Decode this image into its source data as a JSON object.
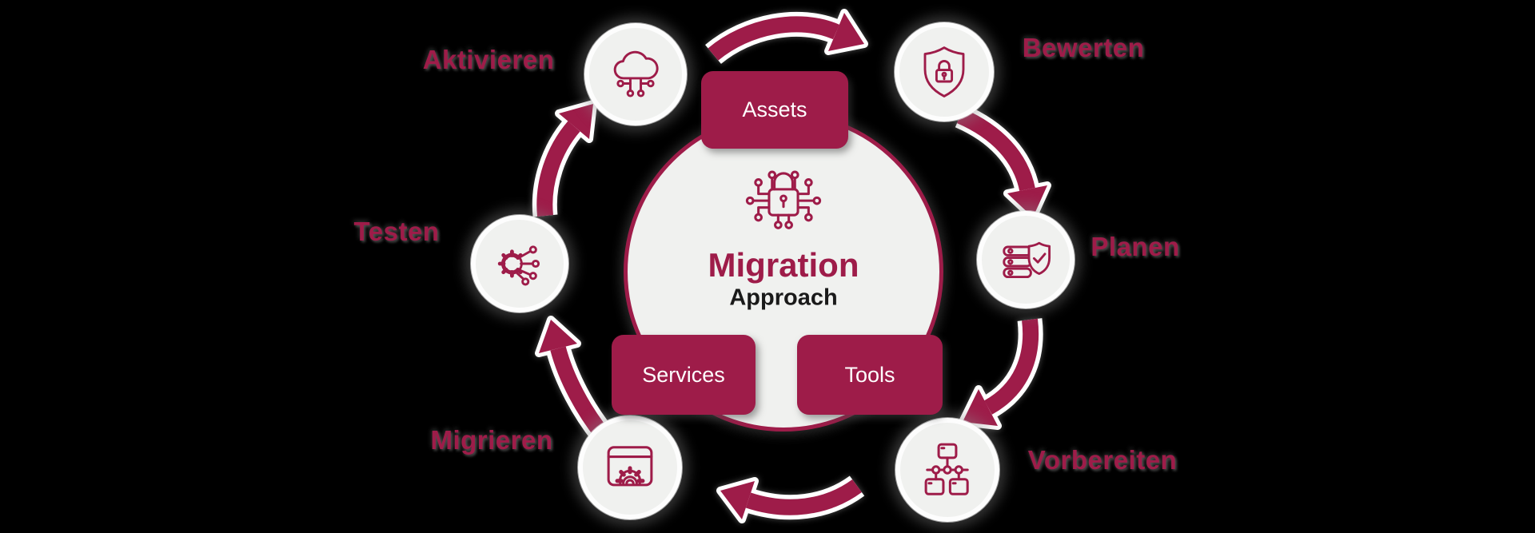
{
  "diagram": {
    "title": "Migration",
    "subtitle": "Approach",
    "center_icon": "circuit-lock",
    "boxes": {
      "top": "Assets",
      "bottom_left": "Services",
      "bottom_right": "Tools"
    },
    "stages": [
      {
        "label": "Aktivieren",
        "icon": "cloud-network"
      },
      {
        "label": "Bewerten",
        "icon": "shield-lock"
      },
      {
        "label": "Planen",
        "icon": "server-shield-check"
      },
      {
        "label": "Vorbereiten",
        "icon": "sitemap-boxes"
      },
      {
        "label": "Migrieren",
        "icon": "browser-gear"
      },
      {
        "label": "Testen",
        "icon": "gear-circuit"
      }
    ],
    "flow_direction": "clockwise",
    "colors": {
      "accent": "#9e1c49",
      "node_fill": "#f0f1ef",
      "subtitle_text": "#1a1a1a",
      "box_text": "#ffffff",
      "background": "#000000"
    }
  }
}
